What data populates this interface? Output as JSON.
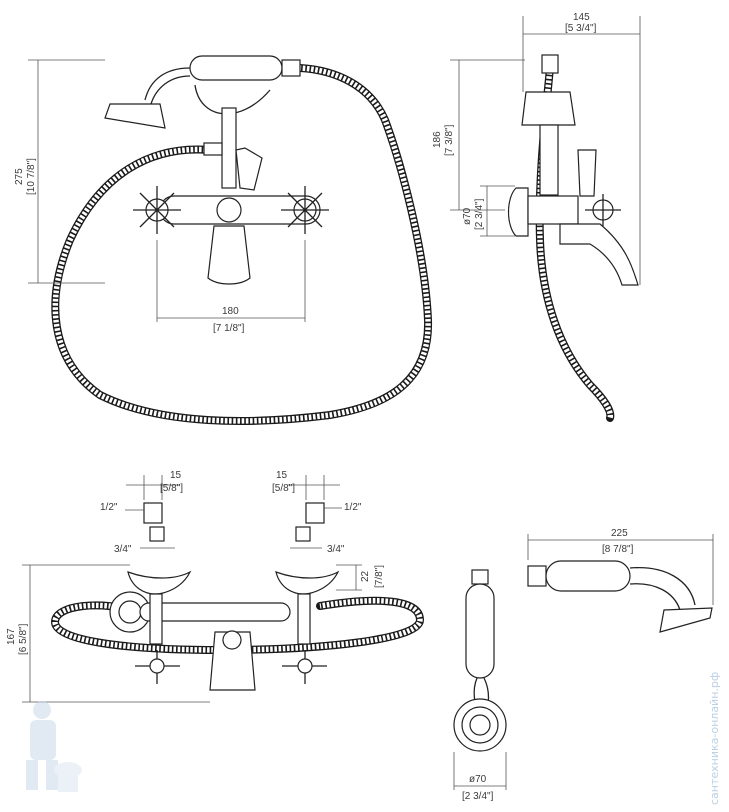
{
  "views": {
    "front": {
      "height_mm": "275",
      "height_in": "[10 7/8\"]",
      "width_mm": "180",
      "width_in": "[7 1/8\"]"
    },
    "side": {
      "depth_mm": "145",
      "depth_in": "[5 3/4\"]",
      "height_mm": "186",
      "height_in": "[7 3/8\"]",
      "cradle_mm": "ø70",
      "cradle_in": "[2 3/4\"]"
    },
    "top": {
      "offset_mm": "15",
      "offset_in": "[5/8\"]",
      "thread_small": "1/2\"",
      "thread_large": "3/4\"",
      "height_mm": "167",
      "height_in": "[6 5/8\"]",
      "cap_mm": "22",
      "cap_in": "[7/8\"]"
    },
    "holder": {
      "diameter_mm": "ø70",
      "diameter_in": "[2 3/4\"]"
    },
    "handshower": {
      "length_mm": "225",
      "length_in": "[8 7/8\"]"
    }
  },
  "watermark": {
    "text": "сантехника-онлайн.рф",
    "icon": "plumber-mascot-icon"
  },
  "colors": {
    "line": "#222222",
    "dimension": "#3a3a3a",
    "watermark": "#bcd0e4"
  }
}
